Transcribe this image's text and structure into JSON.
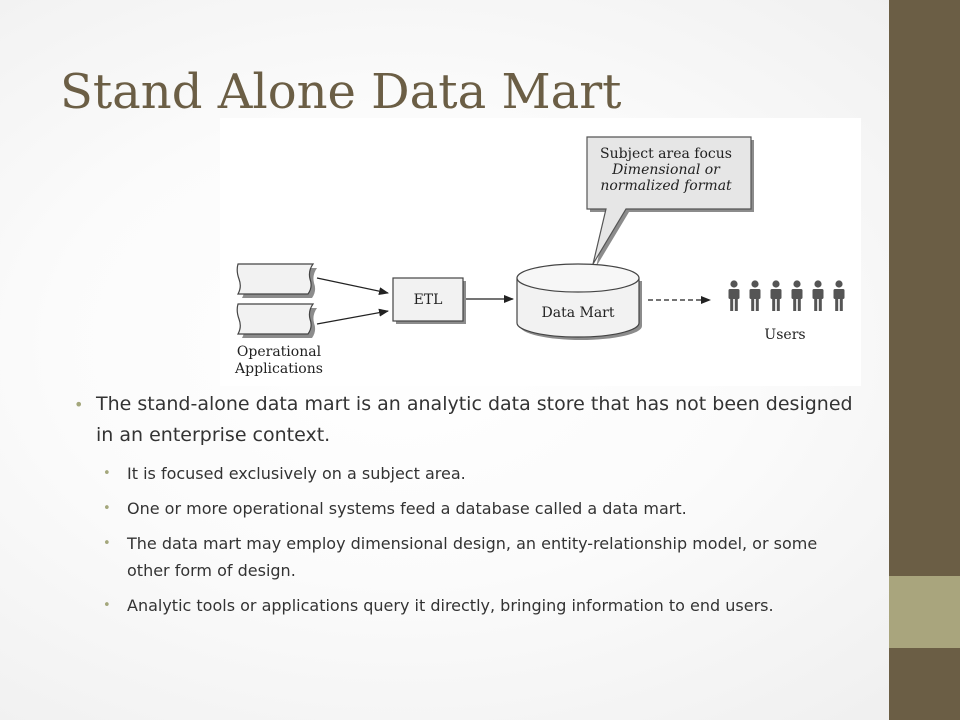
{
  "slide": {
    "title": "Stand Alone Data Mart"
  },
  "theme": {
    "title_color": "#6b5e45",
    "side_bar_color": "#6b5e45",
    "side_block_color": "#a9a57d",
    "bullet_color": "#a4a77c"
  },
  "diagram": {
    "callout_line1": "Subject area focus",
    "callout_line2": "Dimensional or",
    "callout_line3": "normalized format",
    "etl_label": "ETL",
    "data_mart_label": "Data Mart",
    "sources_label_line1": "Operational",
    "sources_label_line2": "Applications",
    "users_label": "Users",
    "users_icon": "person-icon"
  },
  "bullets": {
    "main": "The stand-alone data mart is an analytic data store that has not been designed in an enterprise context.",
    "sub": [
      "It is focused exclusively on a subject area.",
      "One or more operational systems feed a database called a data mart.",
      "The data mart may employ dimensional design,  an entity-relationship model, or some other form of design.",
      "Analytic tools or applications query it directly, bringing information to end users."
    ]
  }
}
